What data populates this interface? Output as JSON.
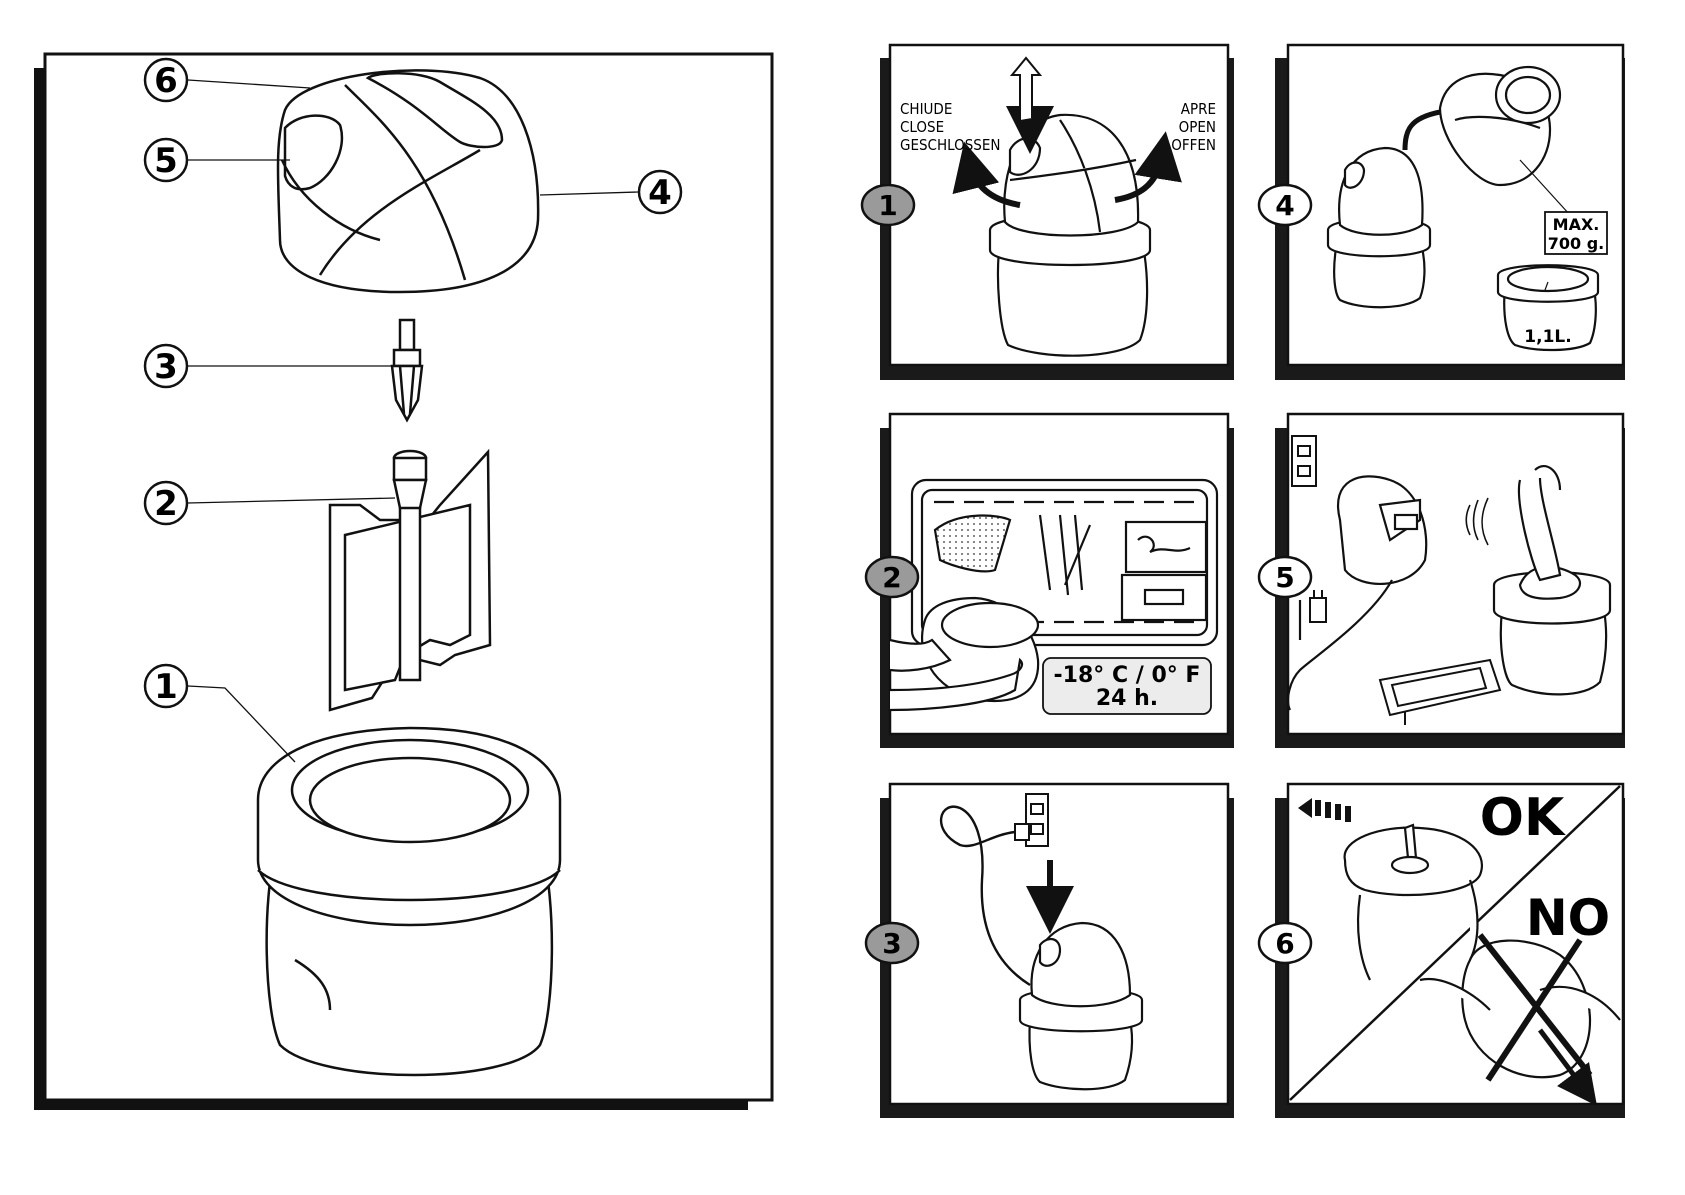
{
  "parts": {
    "callouts": [
      "1",
      "2",
      "3",
      "4",
      "5",
      "6"
    ]
  },
  "steps": {
    "step1": {
      "number": "1",
      "close_labels": [
        "CHIUDE",
        "CLOSE",
        "GESCHLOSSEN"
      ],
      "open_labels": [
        "APRE",
        "OPEN",
        "OFFEN"
      ]
    },
    "step2": {
      "number": "2",
      "temperature": "-18° C / 0° F",
      "duration": "24 h."
    },
    "step3": {
      "number": "3"
    },
    "step4": {
      "number": "4",
      "max_label_1": "MAX.",
      "max_label_2": "700 g.",
      "volume": "1,1L."
    },
    "step5": {
      "number": "5"
    },
    "step6": {
      "number": "6",
      "ok_label": "OK",
      "no_label": "NO"
    }
  },
  "colors": {
    "ink": "#111111",
    "shadow": "#1a1a1a",
    "badge_fill": "#9a9a9a",
    "paper": "#ffffff"
  }
}
